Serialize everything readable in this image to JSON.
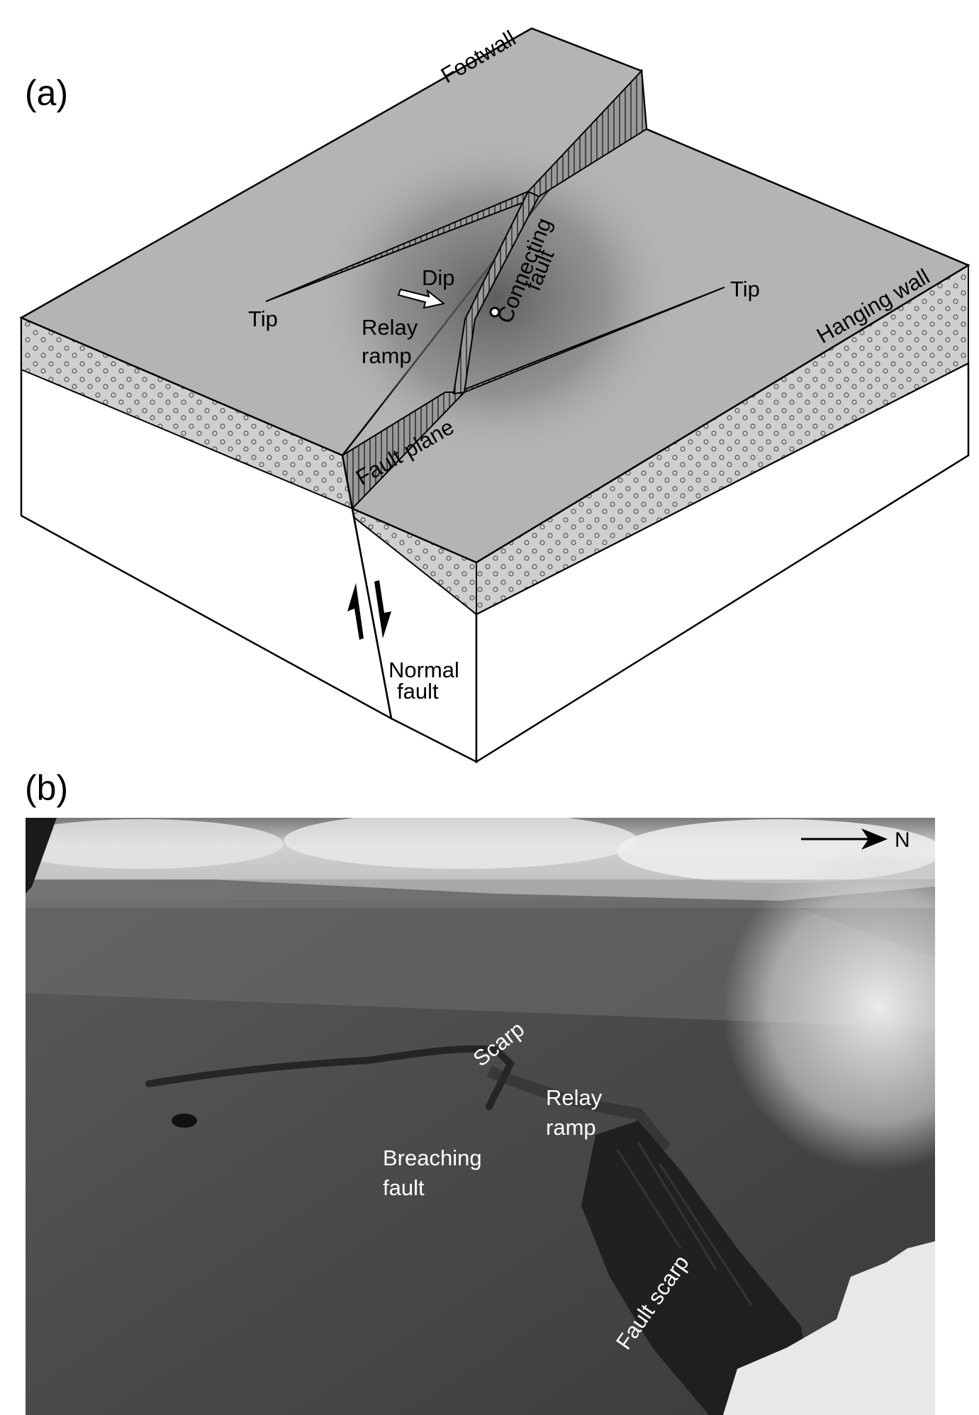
{
  "panel_a": {
    "label": "(a)",
    "labels": {
      "footwall": "Footwall",
      "hanging_wall": "Hanging wall",
      "tip_left": "Tip",
      "tip_right": "Tip",
      "dip": "Dip",
      "relay_ramp_1": "Relay",
      "relay_ramp_2": "ramp",
      "connecting_fault_1": "Connecting",
      "connecting_fault_2": "fault",
      "fault_plane": "Fault plane",
      "normal_fault_1": "Normal",
      "normal_fault_2": "fault"
    }
  },
  "panel_b": {
    "label": "(b)",
    "north_label": "N",
    "labels": {
      "scarp": "Scarp",
      "relay_ramp_1": "Relay",
      "relay_ramp_2": "ramp",
      "breaching_fault_1": "Breaching",
      "breaching_fault_2": "fault",
      "fault_scarp": "Fault scarp"
    }
  }
}
